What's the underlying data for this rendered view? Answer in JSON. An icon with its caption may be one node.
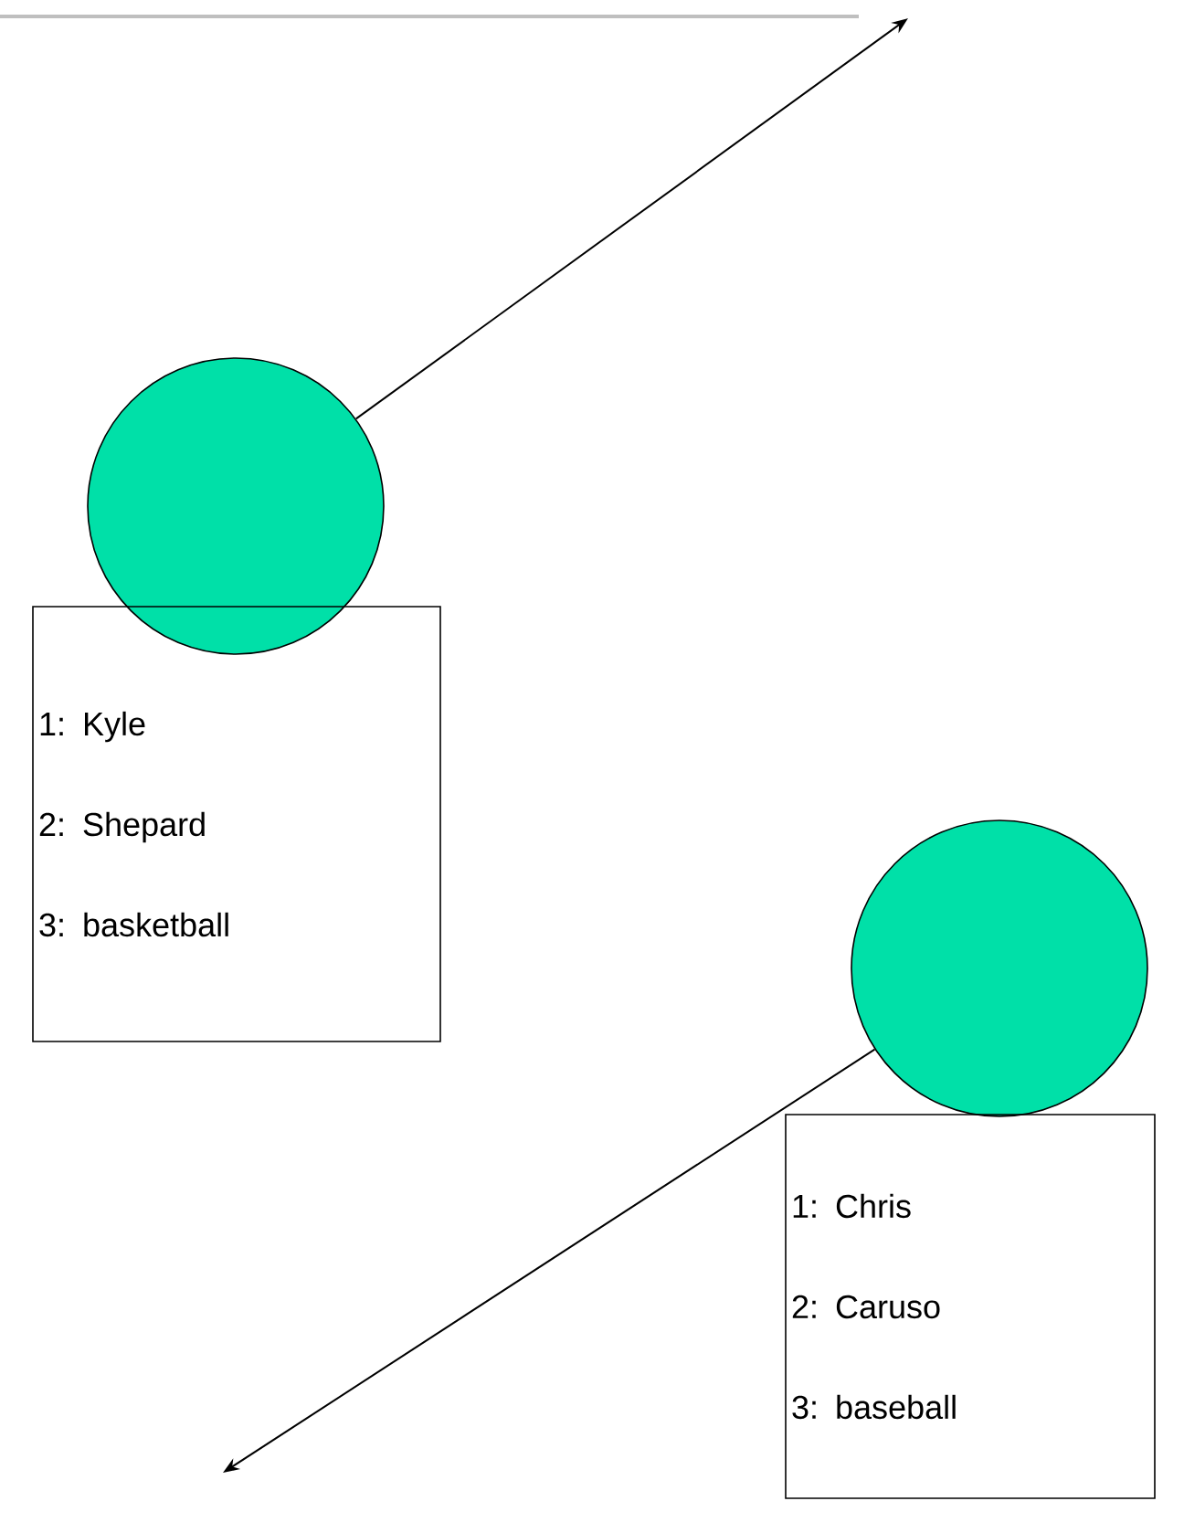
{
  "diagram": {
    "nodes": [
      {
        "text": [],
        "shape": "circle"
      },
      {
        "text": [
          "1: Kyle",
          "2: Shepard",
          "3: basketball"
        ]
      },
      {
        "text": [],
        "shape": "circle"
      },
      {
        "text": [
          "1: Chris",
          "2: Caruso",
          "3: baseball"
        ]
      }
    ],
    "edges": [
      {
        "from": 0,
        "to": null,
        "arrow": "to"
      },
      {
        "from": 2,
        "to": null,
        "arrow": "to"
      }
    ]
  }
}
